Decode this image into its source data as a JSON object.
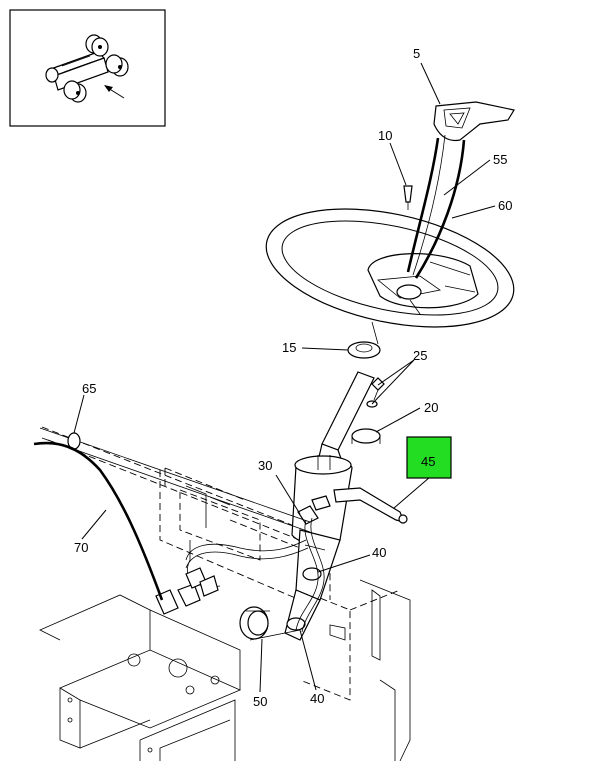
{
  "callouts": {
    "c5": "5",
    "c10": "10",
    "c55": "55",
    "c60": "60",
    "c15": "15",
    "c25": "25",
    "c20": "20",
    "c65": "65",
    "c45": "45",
    "c30": "30",
    "c70": "70",
    "c40a": "40",
    "c40b": "40",
    "c50": "50"
  },
  "highlight_color": "#22dd22"
}
